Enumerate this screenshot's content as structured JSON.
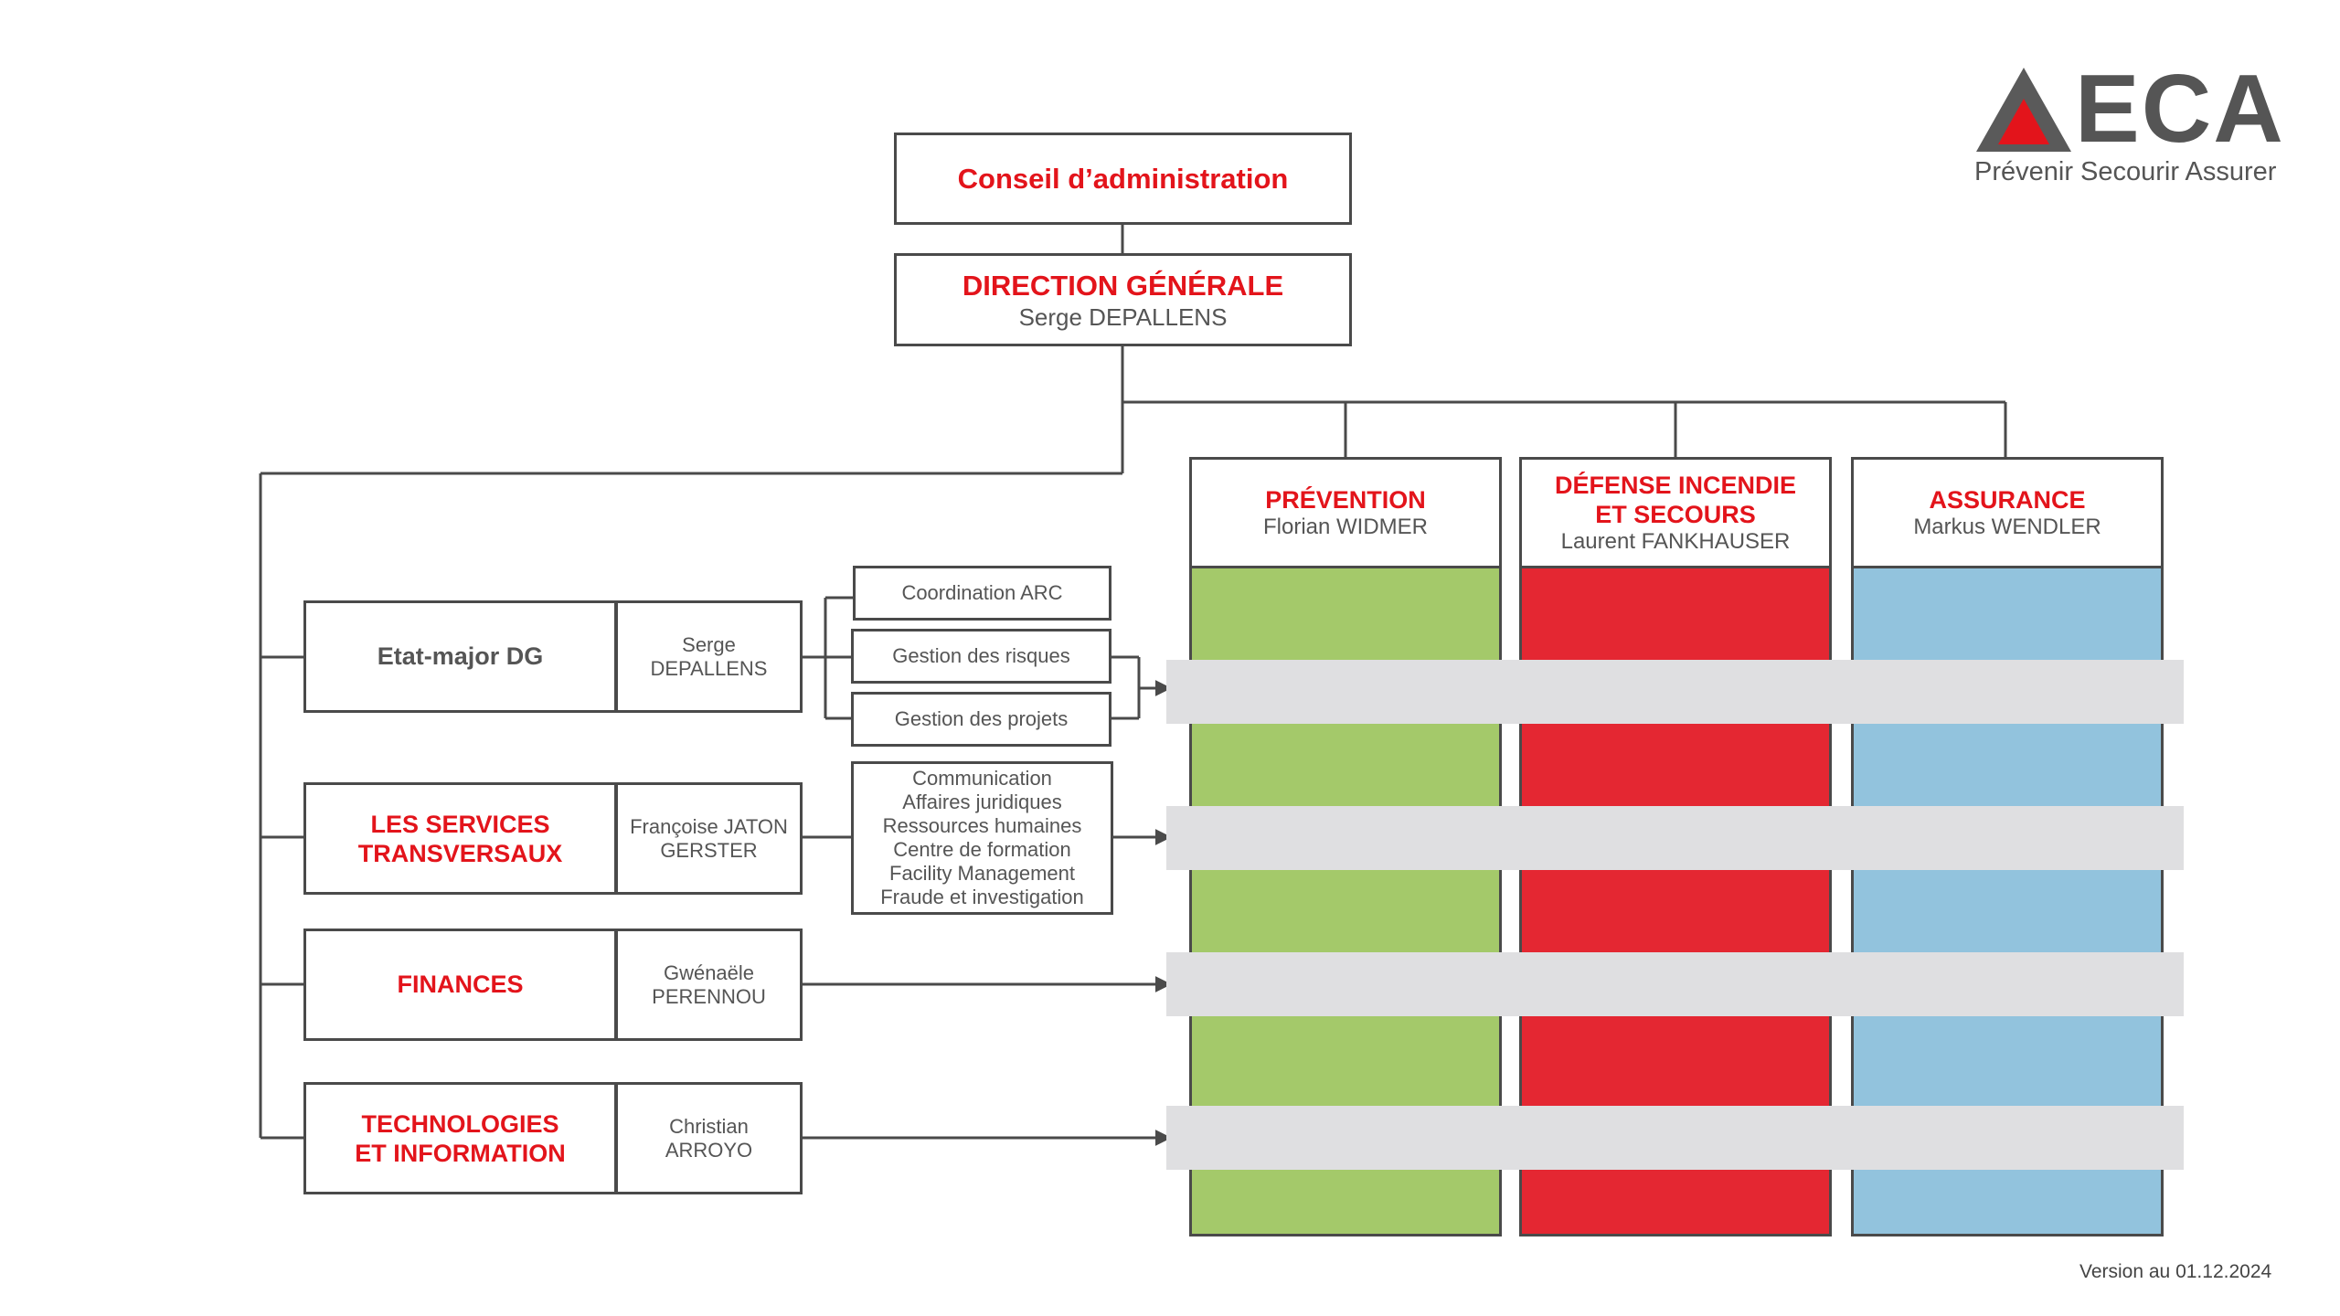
{
  "logo": {
    "mark": "ECA",
    "tagline": "Prévenir Secourir Assurer",
    "accent": "#e3141b",
    "grey": "#5a5a5a"
  },
  "board": {
    "title": "Conseil d’administration"
  },
  "direction": {
    "title": "DIRECTION GÉNÉRALE",
    "name": "Serge DEPALLENS"
  },
  "divisions": [
    {
      "title": "PRÉVENTION",
      "name": "Florian WIDMER",
      "color": "#a4c96a"
    },
    {
      "title": "DÉFENSE INCENDIE ET SECOURS",
      "name": "Laurent FANKHAUSER",
      "color": "#e42732"
    },
    {
      "title": "ASSURANCE",
      "name": "Markus WENDLER",
      "color": "#92c3dd"
    }
  ],
  "units": [
    {
      "title": "Etat-major DG",
      "name": "Serge DEPALLENS"
    },
    {
      "title": "LES SERVICES TRANSVERSAUX",
      "name": "Françoise JATON GERSTER"
    },
    {
      "title": "FINANCES",
      "name": "Gwénaële PERENNOU"
    },
    {
      "title": "TECHNOLOGIES ET INFORMATION",
      "name": "Christian ARROYO"
    }
  ],
  "etat_major_subunits": [
    "Coordination ARC",
    "Gestion des risques",
    "Gestion des projets"
  ],
  "services_list": [
    "Communication",
    "Affaires juridiques",
    "Ressources humaines",
    "Centre de formation",
    "Facility Management",
    "Fraude et investigation"
  ],
  "footer": {
    "version": "Version au 01.12.2024"
  }
}
